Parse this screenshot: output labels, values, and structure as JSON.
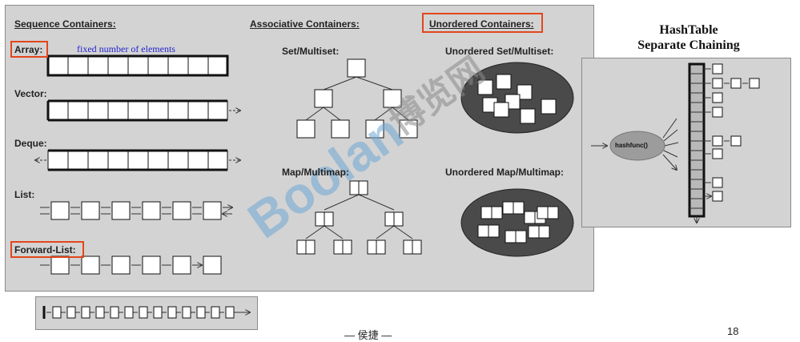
{
  "sequence": {
    "header": "Sequence Containers:",
    "array_label": "Array:",
    "array_note": "fixed number of elements",
    "vector_label": "Vector:",
    "deque_label": "Deque:",
    "list_label": "List:",
    "forward_list_label": "Forward-List:"
  },
  "associative": {
    "header": "Associative Containers:",
    "set_label": "Set/Multiset:",
    "map_label": "Map/Multimap:"
  },
  "unordered": {
    "header": "Unordered Containers:",
    "set_label": "Unordered Set/Multiset:",
    "map_label": "Unordered Map/Multimap:"
  },
  "hashtable": {
    "title_line1": "HashTable",
    "title_line2": "Separate Chaining",
    "func_label": "hashfunc()"
  },
  "footer": {
    "text": "— 侯捷 —",
    "page": "18"
  },
  "watermark": {
    "brand": "Boolan",
    "cn": "博览网"
  },
  "colors": {
    "highlight": "#e2461c",
    "panel": "#d3d3d3",
    "note": "#2424d0",
    "watermark": "#6ea6d4"
  }
}
